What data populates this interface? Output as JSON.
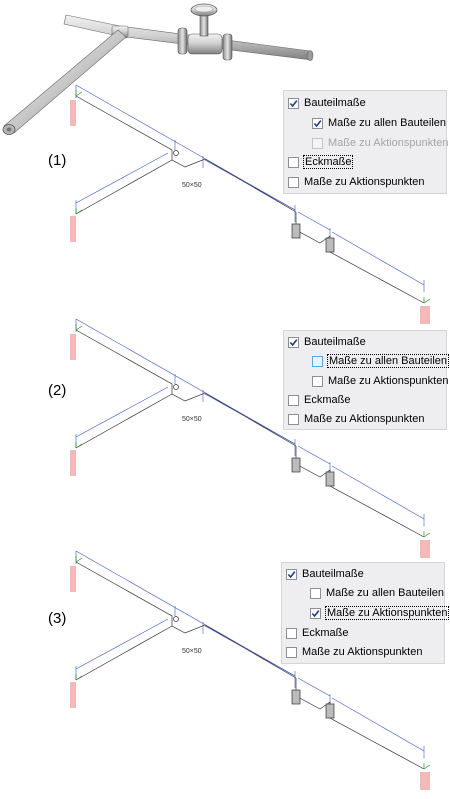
{
  "labels": [
    "(1)",
    "(2)",
    "(3)"
  ],
  "dim_small": "50×50",
  "panels": [
    {
      "rows": [
        {
          "text": "Bauteilmaße",
          "checked": true,
          "disabled": false,
          "indent": false,
          "focus": false,
          "hover": false
        },
        {
          "text": "Maße zu allen Bauteilen",
          "checked": true,
          "disabled": false,
          "indent": true,
          "focus": false,
          "hover": false
        },
        {
          "text": "Maße zu Aktionspunkten",
          "checked": false,
          "disabled": true,
          "indent": true,
          "focus": false,
          "hover": false
        },
        {
          "text": "Eckmaße",
          "checked": false,
          "disabled": false,
          "indent": false,
          "focus": true,
          "hover": false
        },
        {
          "text": "Maße zu Aktionspunkten",
          "checked": false,
          "disabled": false,
          "indent": false,
          "focus": false,
          "hover": false
        }
      ]
    },
    {
      "rows": [
        {
          "text": "Bauteilmaße",
          "checked": true,
          "disabled": false,
          "indent": false,
          "focus": false,
          "hover": false
        },
        {
          "text": "Maße zu allen Bauteilen",
          "checked": false,
          "disabled": false,
          "indent": true,
          "focus": true,
          "hover": true
        },
        {
          "text": "Maße zu Aktionspunkten",
          "checked": false,
          "disabled": false,
          "indent": true,
          "focus": false,
          "hover": false
        },
        {
          "text": "Eckmaße",
          "checked": false,
          "disabled": false,
          "indent": false,
          "focus": false,
          "hover": false
        },
        {
          "text": "Maße zu Aktionspunkten",
          "checked": false,
          "disabled": false,
          "indent": false,
          "focus": false,
          "hover": false
        }
      ]
    },
    {
      "rows": [
        {
          "text": "Bauteilmaße",
          "checked": true,
          "disabled": false,
          "indent": false,
          "focus": false,
          "hover": false
        },
        {
          "text": "Maße zu allen Bauteilen",
          "checked": false,
          "disabled": false,
          "indent": true,
          "focus": false,
          "hover": false
        },
        {
          "text": "Maße zu Aktionspunkten",
          "checked": true,
          "disabled": false,
          "indent": true,
          "focus": true,
          "hover": false
        },
        {
          "text": "Eckmaße",
          "checked": false,
          "disabled": false,
          "indent": false,
          "focus": false,
          "hover": false
        },
        {
          "text": "Maße zu Aktionspunkten",
          "checked": false,
          "disabled": false,
          "indent": false,
          "focus": false,
          "hover": false
        }
      ]
    }
  ]
}
